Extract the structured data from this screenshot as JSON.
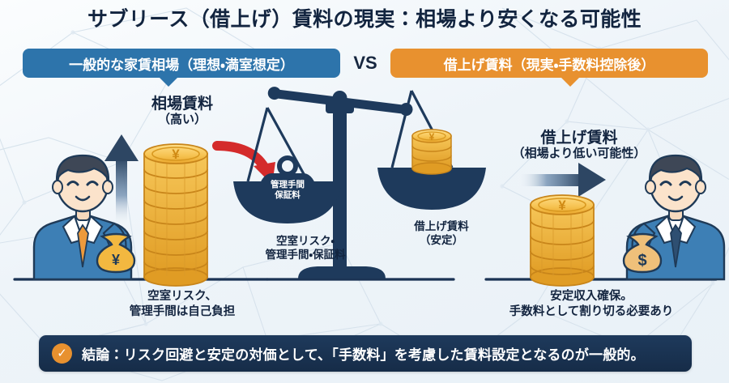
{
  "page": {
    "title": "サブリース（借上げ）賃料の現実：相場より安くなる可能性",
    "background_color": "#eef4f9",
    "accent_blue": "#2d74ab",
    "accent_orange": "#e8912f",
    "accent_navy": "#1e3a5c",
    "accent_red": "#d32b2b",
    "accent_gold": "#f0b43c"
  },
  "comparison": {
    "left_badge": "一般的な家賃相場（理想・満室想定）",
    "vs_label": "VS",
    "right_badge": "借上げ賃料（現実・手数料控除後）"
  },
  "left_column": {
    "heading": "相場賃料",
    "subheading": "（高い）",
    "arrow_icon": "up-arrow-icon",
    "coin_stack_icon": "yen-coin-stack-icon",
    "person_icon": "businessman-with-yen-bag-icon",
    "caption_line1": "空室リスク、",
    "caption_line2": "管理手間は自己負担"
  },
  "scale": {
    "icon": "balance-scale-icon",
    "weight_label_line1": "管理手間",
    "weight_label_line2": "保証料",
    "left_pan_caption_line1": "空室リスク・",
    "left_pan_caption_line2": "管理手間・保証料",
    "right_pan_caption_line1": "借上げ賃料",
    "right_pan_caption_line2": "（安定）",
    "transfer_arrow_icon": "red-curved-arrow-icon"
  },
  "right_column": {
    "heading": "借上げ賃料",
    "subheading": "（相場より低い可能性）",
    "arrow_icon": "right-arrow-icon",
    "coin_stack_icon": "yen-coin-stack-icon",
    "person_icon": "businessman-with-dollar-bag-icon",
    "caption_line1": "安定収入確保。",
    "caption_line2": "手数料として割り切る必要あり"
  },
  "conclusion": {
    "check_icon": "✓",
    "text": "結論：リスク回避と安定の対価として、「手数料」を考慮した賃料設定となるのが一般的。"
  }
}
